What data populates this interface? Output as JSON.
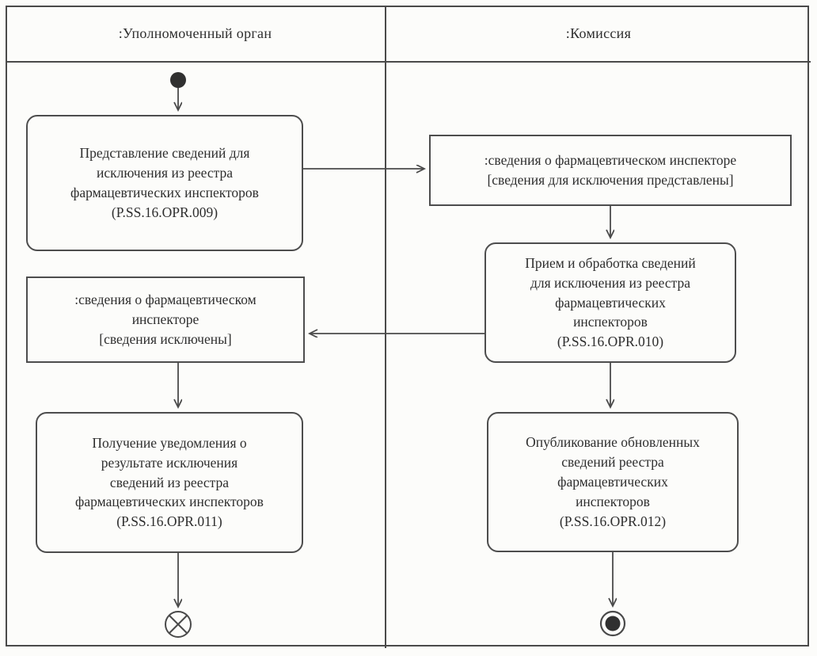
{
  "diagram": {
    "type": "uml-activity-swimlane",
    "colors": {
      "line": "#4a4a4a",
      "text": "#2e2e2e",
      "background": "#fcfcfa"
    },
    "lanes": [
      {
        "id": "authorized-body",
        "title": ":Уполномоченный орган"
      },
      {
        "id": "commission",
        "title": ":Комиссия"
      }
    ],
    "nodes": {
      "initial": {
        "type": "initial-node",
        "lane": "authorized-body"
      },
      "submit": {
        "type": "activity",
        "lane": "authorized-body",
        "label": "Представление сведений для\nисключения из реестра\nфармацевтических инспекторов\n(P.SS.16.OPR.009)"
      },
      "obj_submitted": {
        "type": "object",
        "lane": "commission",
        "label": ":сведения о фармацевтическом инспекторе\n[сведения для исключения представлены]"
      },
      "receive": {
        "type": "activity",
        "lane": "commission",
        "label": "Прием и обработка сведений\nдля исключения из реестра\nфармацевтических\nинспекторов\n(P.SS.16.OPR.010)"
      },
      "obj_excluded": {
        "type": "object",
        "lane": "authorized-body",
        "label": ":сведения о фармацевтическом\nинспекторе\n[сведения исключены]"
      },
      "notify": {
        "type": "activity",
        "lane": "authorized-body",
        "label": "Получение уведомления о\nрезультате исключения\nсведений из реестра\nфармацевтических инспекторов\n(P.SS.16.OPR.011)"
      },
      "publish": {
        "type": "activity",
        "lane": "commission",
        "label": "Опубликование обновленных\nсведений реестра\nфармацевтических\nинспекторов\n(P.SS.16.OPR.012)"
      },
      "flow_final": {
        "type": "flow-final-node",
        "lane": "authorized-body"
      },
      "activity_final": {
        "type": "activity-final-node",
        "lane": "commission"
      }
    },
    "edges": [
      {
        "from": "initial",
        "to": "submit"
      },
      {
        "from": "submit",
        "to": "obj_submitted"
      },
      {
        "from": "obj_submitted",
        "to": "receive"
      },
      {
        "from": "receive",
        "to": "obj_excluded"
      },
      {
        "from": "obj_excluded",
        "to": "notify"
      },
      {
        "from": "notify",
        "to": "flow_final"
      },
      {
        "from": "receive",
        "to": "publish"
      },
      {
        "from": "publish",
        "to": "activity_final"
      }
    ]
  }
}
